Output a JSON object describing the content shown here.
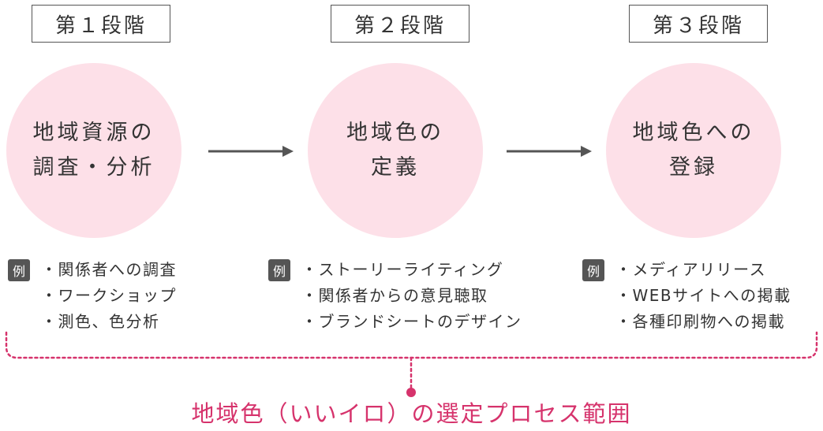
{
  "stages": [
    {
      "label": "第１段階",
      "circle_lines": [
        "地域資源の",
        "調査・分析"
      ],
      "examples": [
        "関係者への調査",
        "ワークショップ",
        "測色、色分析"
      ]
    },
    {
      "label": "第２段階",
      "circle_lines": [
        "地域色の",
        "定義"
      ],
      "examples": [
        "ストーリーライティング",
        "関係者からの意見聴取",
        "ブランドシートのデザイン"
      ]
    },
    {
      "label": "第３段階",
      "circle_lines": [
        "地域色への",
        "登録"
      ],
      "examples": [
        "メディアリリース",
        "WEBサイトへの掲載",
        "各種印刷物への掲載"
      ]
    }
  ],
  "example_badge": "例",
  "caption": "地域色（いいイロ）の選定プロセス範囲",
  "colors": {
    "circle_fill": "#fde0e8",
    "accent": "#d6336c",
    "arrow": "#555555",
    "badge": "#555555"
  }
}
